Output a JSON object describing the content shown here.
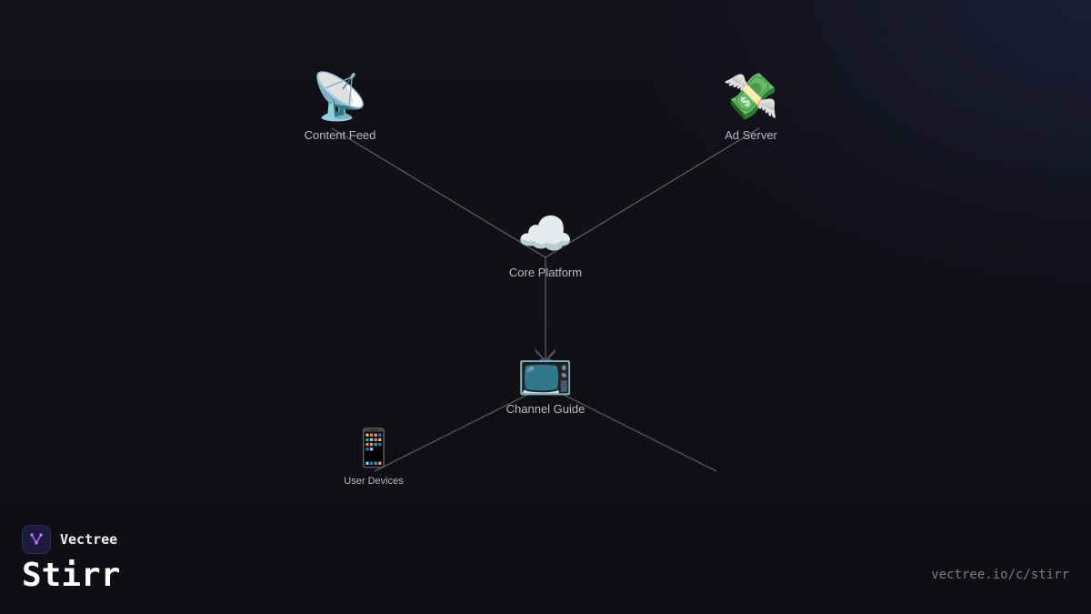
{
  "diagram": {
    "nodes": [
      {
        "id": "content-feed",
        "label": "Content Feed",
        "icon": "satellite-antenna-icon",
        "glyph": "📡"
      },
      {
        "id": "ad-server",
        "label": "Ad Server",
        "icon": "money-with-wings-icon",
        "glyph": "💸"
      },
      {
        "id": "core-platform",
        "label": "Core Platform",
        "icon": "cloud-icon",
        "glyph": "☁️"
      },
      {
        "id": "channel-guide",
        "label": "Channel Guide",
        "icon": "television-icon",
        "glyph": "📺"
      },
      {
        "id": "user-devices",
        "label": "User Devices",
        "icon": "mobile-phone-icon",
        "glyph": "📱"
      }
    ],
    "edges": [
      {
        "from": "content-feed",
        "to": "core-platform"
      },
      {
        "from": "ad-server",
        "to": "core-platform"
      },
      {
        "from": "core-platform",
        "to": "channel-guide",
        "arrow": true
      },
      {
        "from": "channel-guide",
        "to": "user-devices"
      },
      {
        "from": "channel-guide",
        "to": ""
      }
    ]
  },
  "brand": {
    "logo_icon": "vectree-logo-icon",
    "name": "Vectree",
    "title": "Stirr",
    "url": "vectree.io/c/stirr"
  },
  "colors": {
    "background": "#101016",
    "edge": "#55555c",
    "label": "#b9b9c2",
    "logo_accent": "#a855f7"
  }
}
